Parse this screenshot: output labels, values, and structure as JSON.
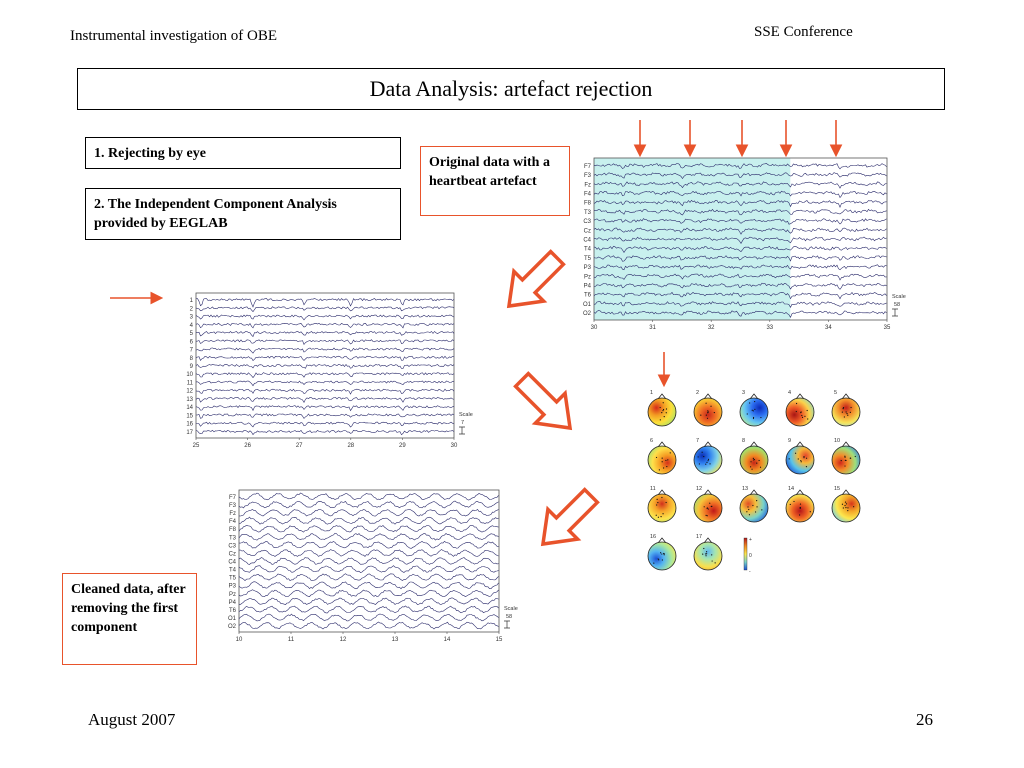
{
  "header": {
    "left": "Instrumental investigation of OBE",
    "right": "SSE Conference"
  },
  "title": "Data Analysis: artefact rejection",
  "steps": {
    "step1": "1. Rejecting by eye",
    "step2": "2. The Independent Component Analysis provided by EEGLAB"
  },
  "notes": {
    "original": "Original data with a heartbeat artefact",
    "cleaned": "Cleaned data, after removing the first component"
  },
  "eeg_original": {
    "channels": [
      "F7",
      "F3",
      "Fz",
      "F4",
      "F8",
      "T3",
      "C3",
      "Cz",
      "C4",
      "T4",
      "T5",
      "P3",
      "Pz",
      "P4",
      "T6",
      "O1",
      "O2"
    ],
    "x_ticks": [
      "30",
      "31",
      "32",
      "33",
      "34",
      "35"
    ],
    "scale_label": "Scale",
    "scale_value": "58",
    "highlight_color": "#c8f0ee"
  },
  "ica_components": {
    "channels": [
      "1",
      "2",
      "3",
      "4",
      "5",
      "6",
      "7",
      "8",
      "9",
      "10",
      "11",
      "12",
      "13",
      "14",
      "15",
      "16",
      "17"
    ],
    "x_ticks": [
      "25",
      "26",
      "27",
      "28",
      "29",
      "30"
    ],
    "scale_label": "Scale",
    "scale_value": "7"
  },
  "eeg_cleaned": {
    "channels": [
      "F7",
      "F3",
      "Fz",
      "F4",
      "F8",
      "T3",
      "C3",
      "Cz",
      "C4",
      "T4",
      "T5",
      "P3",
      "Pz",
      "P4",
      "T6",
      "O1",
      "O2"
    ],
    "x_ticks": [
      "10",
      "11",
      "12",
      "13",
      "14",
      "15"
    ],
    "scale_label": "Scale",
    "scale_value": "58"
  },
  "scalp_maps": {
    "labels": [
      "1",
      "2",
      "3",
      "4",
      "5",
      "6",
      "7",
      "8",
      "9",
      "10",
      "11",
      "12",
      "13",
      "14",
      "15",
      "16",
      "17"
    ],
    "colorbar_ticks": [
      "+",
      "0",
      "-"
    ]
  },
  "colors": {
    "accent": "#e8532b",
    "trace": "#2b2b6b"
  },
  "footer": {
    "date": "August 2007",
    "page": "26"
  }
}
